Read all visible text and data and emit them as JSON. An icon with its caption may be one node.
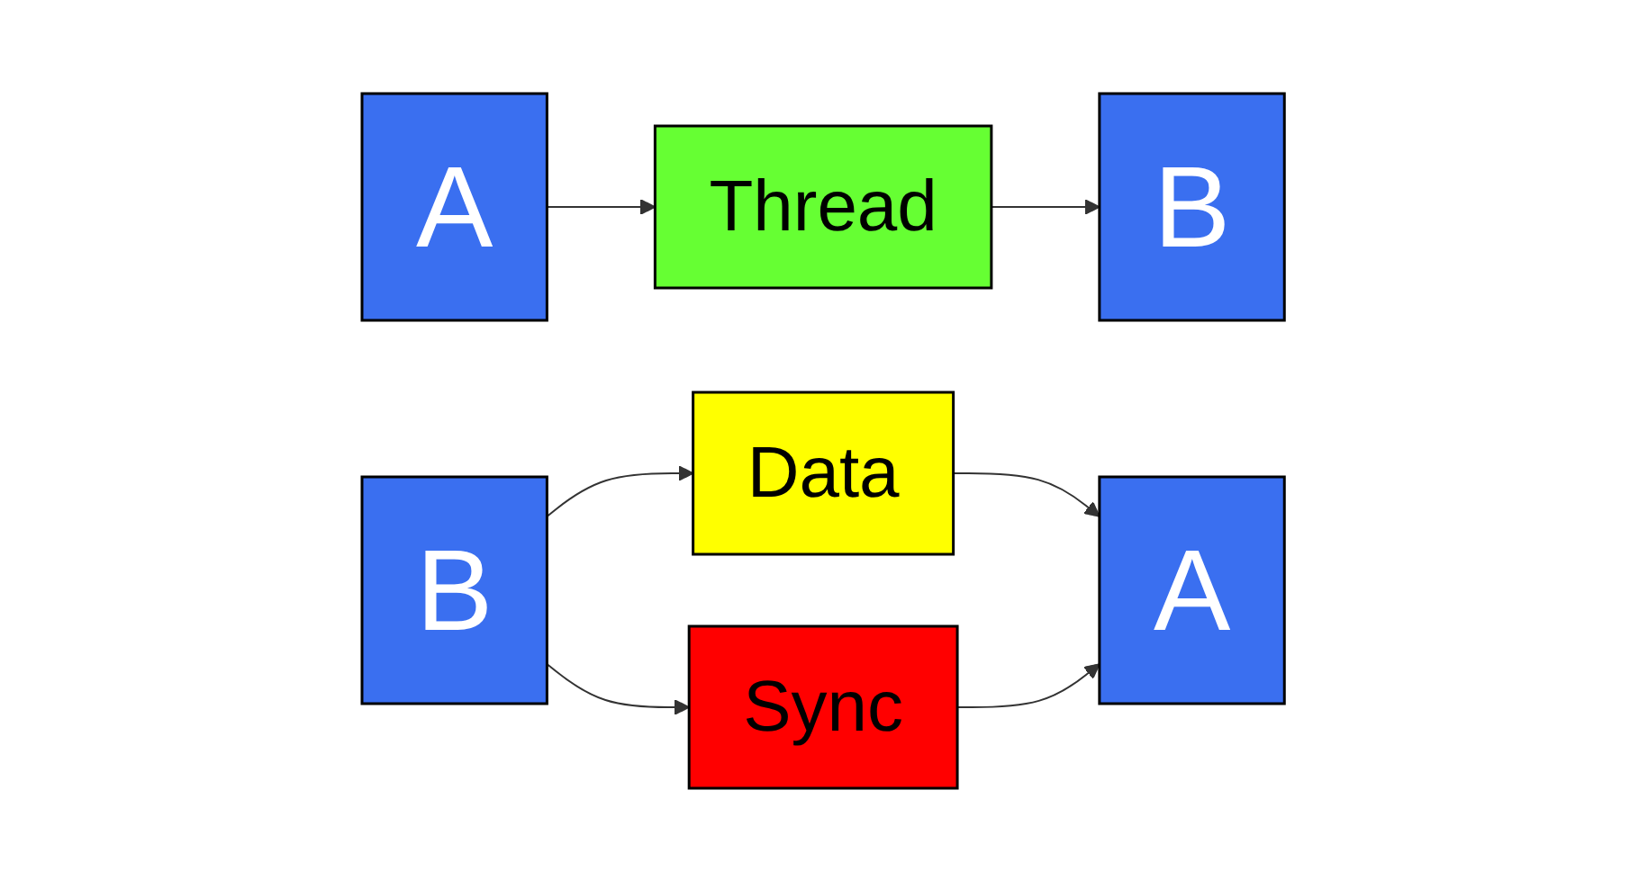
{
  "diagram": {
    "nodes": [
      {
        "text": [
          "A"
        ]
      },
      {
        "text": [
          "Thread"
        ]
      },
      {
        "text": [
          "B"
        ]
      },
      {
        "text": [
          "A"
        ]
      },
      {
        "text": [
          "Data"
        ]
      },
      {
        "text": [
          "B"
        ]
      },
      {
        "text": [
          "Sync"
        ]
      }
    ],
    "edges": [
      {
        "from": 0,
        "to": 1,
        "arrow": "to"
      },
      {
        "from": 1,
        "to": 2,
        "arrow": "to"
      },
      {
        "from": 5,
        "to": 4,
        "arrow": "to"
      },
      {
        "from": 4,
        "to": 3,
        "arrow": "to"
      },
      {
        "from": 5,
        "to": 6,
        "arrow": "to"
      },
      {
        "from": 6,
        "to": 3,
        "arrow": "to"
      }
    ]
  }
}
